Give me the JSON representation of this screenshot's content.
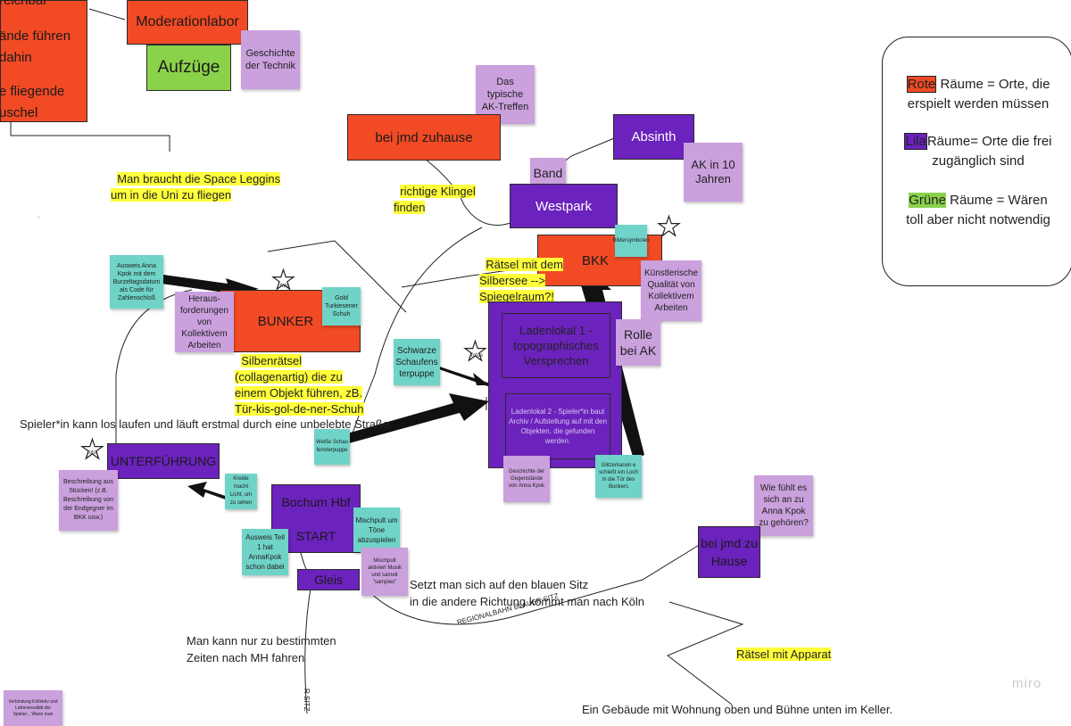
{
  "boxes": {
    "moderationlabor": "Moderationlabor",
    "aufzuege": "Aufzüge",
    "topleft_line1": "reichbar",
    "topleft_line2": "ände führen",
    "topleft_line3": "dahin",
    "topleft_line4": "e fliegende",
    "topleft_line5": "uschel",
    "bei_jmd_zuhause": "bei jmd zuhause",
    "absinth": "Absinth",
    "westpark": "Westpark",
    "bkk": "BKK",
    "bunker": "BUNKER",
    "ladenlokal1": "Ladenlokal 1 - topographisches Versprechen",
    "ladenlokal2": "Ladenlokal 2 - Spieler*in baut Archiv / Aufstellung auf mit den Objekten, die gefunden werden.",
    "unterfuehrung": "UNTERFÜHRUNG",
    "bochum_hbf": "Bochum Hbf",
    "start": "START",
    "gleis": "Gleis",
    "bei_jmd_zu_hause": "bei jmd zu Hause"
  },
  "notes": {
    "geschichte_technik": "Geschichte der Technik",
    "typische_ak": "Das typische AK-Treffen",
    "band": "Band",
    "ak_10_jahren": "AK in 10 Jahren",
    "kuenstlerische": "Künstlerische Qualität von Kollektivem Arbeiten",
    "rolle_ak": "Rolle bei AK",
    "herausforderungen": "Heraus-forderungen von Kollektivem Arbeiten",
    "beschreibung": "Beschreibung aus Stücken! (z.B. Beschreibung von der Endgegner im BKK usw.)",
    "geschichte_gegenstaende": "Geschichte der Gegenstände von Anna Kpok",
    "wie_fuehlt": "Wie fühlt es sich an zu Anna Kpok zu gehören?",
    "mischpult_aktiviert": "Mischpult aktiviert Musik und samelt \"samples\"",
    "verbindung": "Verbindung Kollektiv und Lebensrealität der Spieler... Wann man"
  },
  "teal": {
    "ausweis_anna": "Ausweis Anna Kpok mit dem Burzeltagsdatum als Code für Zahlenschloß",
    "gold_schuh": "Gold Turkiesener Schuh",
    "bildersymbole": "Bildersymbolen",
    "schwarze": "Schwarze Schaufens terpuppe",
    "weisse": "Weiße Schau fensterpuppe",
    "kreide": "Kreide macht Licht, um zu sehen",
    "ausweis_teil": "Ausweis Teil 1 hat AnnaKpok schon dabei",
    "mischpult": "Mischpult um Töne abzuspielen",
    "glitzer": "Glitzerkanon e schießt ein Loch in die Tür des Bunkers"
  },
  "yellow": {
    "space_leggins_1": "Man braucht die Space Leggins",
    "space_leggins_2": "um in die Uni zu fliegen",
    "klingel_1": "richtige Klingel",
    "klingel_2": "finden",
    "silbersee_1": "Rätsel mit dem",
    "silbersee_2": "Silbersee -->",
    "silbersee_3": "Spiegelraum?!",
    "silbenraetsel_1": "Silbenrätsel",
    "silbenraetsel_2": "(collagenartig) die zu",
    "silbenraetsel_3": "einem Objekt führen, zB.",
    "silbenraetsel_4": "Tür-kis-gol-de-ner-Schuh",
    "apparat": "Rätsel mit Apparat"
  },
  "texts": {
    "spieler_laeuft": "Spieler*in kann los laufen und läuft erstmal durch eine unbelebte Straße",
    "blauen_sitz_1": "Setzt man sich auf den blauen Sitz",
    "blauen_sitz_2": "in die andere Richtung kommt man nach Köln",
    "regionalbahn": "REGIONALBAHN BLAUER SITZ",
    "mh_1": "Man kann nur zu bestimmten",
    "mh_2": "Zeiten nach MH fahren",
    "r_sitz": "R SITZ",
    "gebaeude": "Ein Gebäude mit Wohnung oben und Bühne unten im Keller.",
    "foto": "foto",
    "fotos": "fotos",
    "miro": "miro"
  },
  "legend": {
    "rote_label": "Rote",
    "rote_text_1": "Räume = Orte, die",
    "rote_text_2": "erspielt werden müssen",
    "lila_label": "Lila",
    "lila_text_1": "Räume= Orte die frei",
    "lila_text_2": "zugänglich sind",
    "gruene_label": "Grüne",
    "gruene_text_1": "Räume = Wären",
    "gruene_text_2": "toll aber nicht notwendig",
    "colors": {
      "red": "#f14a25",
      "purple": "#6c22bd",
      "green": "#8bd24b"
    }
  }
}
